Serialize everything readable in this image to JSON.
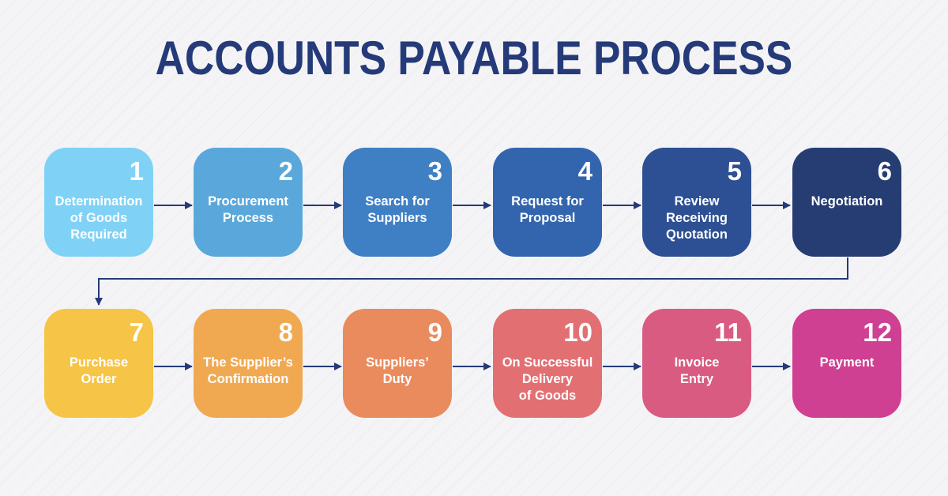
{
  "title": "ACCOUNTS PAYABLE PROCESS",
  "colors": {
    "title": "#253a78",
    "connector": "#253a78",
    "background": "#f4f4f6"
  },
  "steps": [
    {
      "number": "1",
      "label": "Determination\nof Goods\nRequired",
      "color": "#7fd2f6"
    },
    {
      "number": "2",
      "label": "Procurement\nProcess",
      "color": "#5aa8db"
    },
    {
      "number": "3",
      "label": "Search for\nSuppliers",
      "color": "#3f7fc3"
    },
    {
      "number": "4",
      "label": "Request for\nProposal",
      "color": "#3365ae"
    },
    {
      "number": "5",
      "label": "Review\nReceiving\nQuotation",
      "color": "#2d4f93"
    },
    {
      "number": "6",
      "label": "Negotiation",
      "color": "#263d73"
    },
    {
      "number": "7",
      "label": "Purchase\nOrder",
      "color": "#f6c446"
    },
    {
      "number": "8",
      "label": "The Supplier’s\nConfirmation",
      "color": "#f0a951"
    },
    {
      "number": "9",
      "label": "Suppliers’\nDuty",
      "color": "#ea8b5e"
    },
    {
      "number": "10",
      "label": "On Successful\nDelivery\nof Goods",
      "color": "#e27073"
    },
    {
      "number": "11",
      "label": "Invoice\nEntry",
      "color": "#d95b82"
    },
    {
      "number": "12",
      "label": "Payment",
      "color": "#cf3f92"
    }
  ]
}
